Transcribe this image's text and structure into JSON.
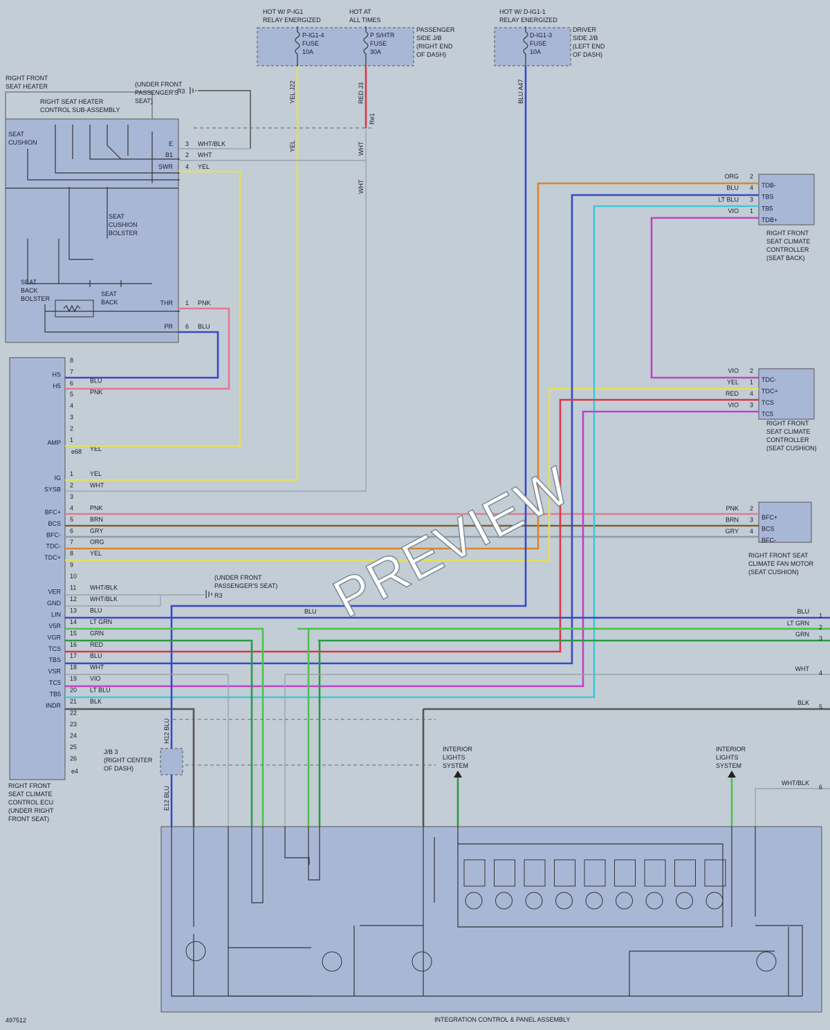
{
  "colors": {
    "yel": "#e3e05a",
    "red": "#d9364a",
    "blu": "#3648c8",
    "pnk": "#e07a90",
    "org": "#d8882a",
    "ltblu": "#40c8d8",
    "vio": "#c040c8",
    "grn": "#2a9a40",
    "ltgrn": "#4ec04e",
    "brn": "#7a6030",
    "gry": "#909aa2",
    "wht": "#a8b0b8",
    "blk": "#555555"
  },
  "top_supply": {
    "hot_pig1": "HOT W/ P-IG1\nRELAY ENERGIZED",
    "hot_all_times": "HOT AT\nALL TIMES",
    "hot_dig1": "HOT W/ D-IG1-1\nRELAY ENERGIZED",
    "fuse_pig1": "P-IG1-4\nFUSE\n10A",
    "fuse_pshtr": "P S/HTR\nFUSE\n30A",
    "fuse_dig1": "D-IG1-3\nFUSE\n10A",
    "pass_jb": "PASSENGER\nSIDE J/B\n(RIGHT END\nOF DASH)",
    "drv_jb": "DRIVER\nSIDE J/B\n(LEFT END\nOF DASH)"
  },
  "heater": {
    "title": "RIGHT FRONT\nSEAT HEATER",
    "sub_title": "RIGHT SEAT HEATER\nCONTROL SUB-ASSEMBLY",
    "seat_cushion": "SEAT\nCUSHION",
    "seat_cushion_bolster": "SEAT\nCUSHION\nBOLSTER",
    "seat_back_bolster": "SEAT\nBACK\nBOLSTER",
    "seat_back": "SEAT\nBACK",
    "under_seat": "(UNDER FRONT\nPASSENGER'S\nSEAT)",
    "r3": "R3",
    "pins": [
      {
        "name": "E",
        "pin": "3",
        "color": "WHT/BLK"
      },
      {
        "name": "B1",
        "pin": "2",
        "color": "WHT"
      },
      {
        "name": "SWR",
        "pin": "4",
        "color": "YEL"
      },
      {
        "name": "THR",
        "pin": "1",
        "color": "PNK"
      },
      {
        "name": "PR",
        "pin": "6",
        "color": "BLU"
      }
    ]
  },
  "ecu": {
    "title": "RIGHT FRONT\nSEAT CLIMATE\nCONTROL ECU\n(UNDER RIGHT\nFRONT SEAT)",
    "conn_e68": "e68",
    "conn_e4": "e4",
    "upper_pins": [
      {
        "pin": "8",
        "name": "",
        "color": ""
      },
      {
        "pin": "7",
        "name": "HS",
        "color": "BLU"
      },
      {
        "pin": "6",
        "name": "H5",
        "color": "PNK"
      },
      {
        "pin": "5",
        "name": "",
        "color": ""
      },
      {
        "pin": "4",
        "name": "",
        "color": ""
      },
      {
        "pin": "3",
        "name": "",
        "color": ""
      },
      {
        "pin": "2",
        "name": "",
        "color": ""
      },
      {
        "pin": "1",
        "name": "AMP",
        "color": "YEL"
      }
    ],
    "lower_pins": [
      {
        "pin": "1",
        "name": "IG",
        "color": "YEL"
      },
      {
        "pin": "2",
        "name": "SYSB",
        "color": "WHT"
      },
      {
        "pin": "3",
        "name": "",
        "color": ""
      },
      {
        "pin": "4",
        "name": "BFC+",
        "color": "PNK"
      },
      {
        "pin": "5",
        "name": "BCS",
        "color": "BRN"
      },
      {
        "pin": "6",
        "name": "BFC-",
        "color": "GRY"
      },
      {
        "pin": "7",
        "name": "TDC-",
        "color": "ORG"
      },
      {
        "pin": "8",
        "name": "TDC+",
        "color": "YEL"
      },
      {
        "pin": "9",
        "name": "",
        "color": ""
      },
      {
        "pin": "10",
        "name": "",
        "color": ""
      },
      {
        "pin": "11",
        "name": "VER",
        "color": "WHT/BLK"
      },
      {
        "pin": "12",
        "name": "GND",
        "color": "WHT/BLK"
      },
      {
        "pin": "13",
        "name": "LIN",
        "color": "BLU"
      },
      {
        "pin": "14",
        "name": "V5R",
        "color": "LT GRN"
      },
      {
        "pin": "15",
        "name": "VGR",
        "color": "GRN"
      },
      {
        "pin": "16",
        "name": "TCS",
        "color": "RED"
      },
      {
        "pin": "17",
        "name": "TBS",
        "color": "BLU"
      },
      {
        "pin": "18",
        "name": "VSR",
        "color": "WHT"
      },
      {
        "pin": "19",
        "name": "TC5",
        "color": "VIO"
      },
      {
        "pin": "20",
        "name": "TB5",
        "color": "LT BLU"
      },
      {
        "pin": "21",
        "name": "INDR",
        "color": "BLK"
      },
      {
        "pin": "22",
        "name": "",
        "color": ""
      },
      {
        "pin": "23",
        "name": "",
        "color": ""
      },
      {
        "pin": "24",
        "name": "",
        "color": ""
      },
      {
        "pin": "25",
        "name": "",
        "color": ""
      },
      {
        "pin": "26",
        "name": "",
        "color": ""
      }
    ]
  },
  "seat_back_ctrl": {
    "title": "RIGHT FRONT\nSEAT CLIMATE\nCONTROLLER\n(SEAT BACK)",
    "pins": [
      {
        "color": "ORG",
        "pin": "2",
        "name": "TDB-"
      },
      {
        "color": "BLU",
        "pin": "4",
        "name": "TBS"
      },
      {
        "color": "LT BLU",
        "pin": "3",
        "name": "TB5"
      },
      {
        "color": "VIO",
        "pin": "1",
        "name": "TDB+"
      }
    ]
  },
  "seat_cushion_ctrl": {
    "title": "RIGHT FRONT\nSEAT CLIMATE\nCONTROLLER\n(SEAT CUSHION)",
    "pins": [
      {
        "color": "VIO",
        "pin": "2",
        "name": "TDC-"
      },
      {
        "color": "YEL",
        "pin": "1",
        "name": "TDC+"
      },
      {
        "color": "RED",
        "pin": "4",
        "name": "TCS"
      },
      {
        "color": "VIO",
        "pin": "3",
        "name": "TC5"
      }
    ]
  },
  "fan_motor": {
    "title": "RIGHT FRONT SEAT\nCLIMATE FAN MOTOR\n(SEAT CUSHION)",
    "pins": [
      {
        "color": "PNK",
        "pin": "2",
        "name": "BFC+"
      },
      {
        "color": "BRN",
        "pin": "3",
        "name": "BCS"
      },
      {
        "color": "GRY",
        "pin": "4",
        "name": "BFC-"
      }
    ]
  },
  "ground_label": "(UNDER FRONT\nPASSENGER'S SEAT)",
  "ground_r3": "R3",
  "offpage": [
    {
      "label": "BLU",
      "num": "1"
    },
    {
      "label": "LT GRN",
      "num": "2"
    },
    {
      "label": "GRN",
      "num": "3"
    },
    {
      "label": "WHT",
      "num": "4"
    },
    {
      "label": "BLK",
      "num": "5"
    },
    {
      "label": "WHT/BLK",
      "num": "6"
    }
  ],
  "jb3": "J/B 3\n(RIGHT CENTER\nOF DASH)",
  "interior_lights_1": "INTERIOR\nLIGHTS\nSYSTEM",
  "interior_lights_2": "INTERIOR\nLIGHTS\nSYSTEM",
  "panel_title": "INTEGRATION CONTROL & PANEL ASSEMBLY",
  "doc_id": "497512",
  "watermark": "PREVIEW",
  "inline_labels": {
    "j22": "YEL   J22",
    "j3": "RED   J3",
    "a47": "BLU   A47",
    "yel12": "YEL",
    "wht10": "WHT",
    "wht_mid": "WHT",
    "re1": "Re1",
    "h12": "H12  BLU",
    "e12": "E12  BLU",
    "blu3": "BLU"
  }
}
